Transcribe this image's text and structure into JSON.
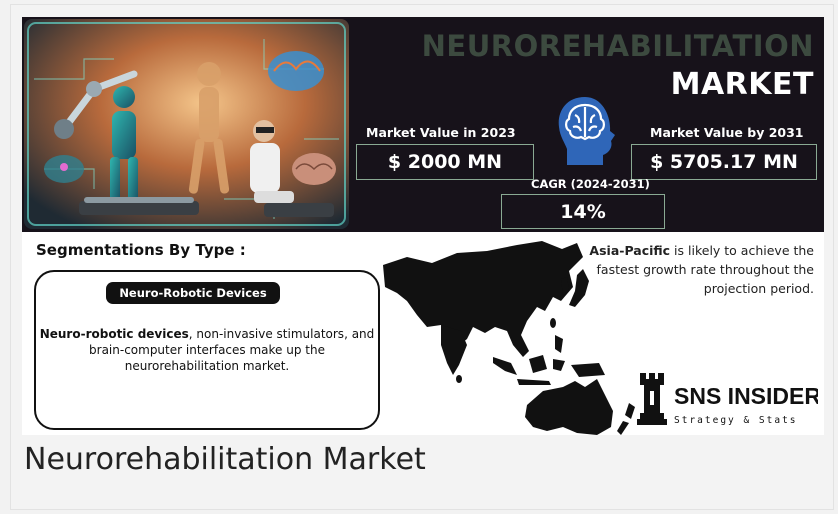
{
  "title": {
    "line1": "NEUROREHABILITATION",
    "line2": "MARKET"
  },
  "stats": {
    "value_2023_label": "Market Value in 2023",
    "value_2023": "$ 2000 MN",
    "value_2031_label": "Market Value by 2031",
    "value_2031": "$ 5705.17 MN",
    "cagr_label": "CAGR (2024-2031)",
    "cagr": "14%"
  },
  "segmentation": {
    "heading": "Segmentations By Type :",
    "pill": "Neuro-Robotic Devices",
    "desc_bold": "Neuro-robotic devices",
    "desc_rest": ", non-invasive stimulators, and brain-computer interfaces make up the neurorehabilitation market."
  },
  "region": {
    "bold": "Asia-Pacific",
    "rest": " is likely to achieve the fastest growth rate throughout the projection period."
  },
  "logo": {
    "name": "SNS INSIDER",
    "tagline": "Strategy & Stats"
  },
  "caption": "Neurorehabilitation Market",
  "colors": {
    "banner_bg": "#17121a",
    "title_dark": "#3c4a3f",
    "box_border": "#8aa993",
    "brain_badge": "#2f66b8"
  }
}
